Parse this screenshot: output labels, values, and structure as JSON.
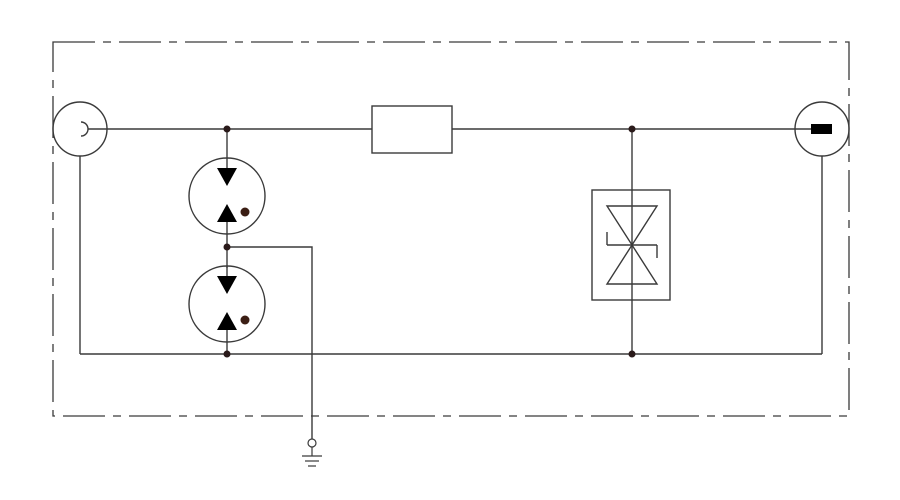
{
  "diagram": {
    "type": "surge-protective-device-circuit-schematic",
    "components": [
      {
        "id": "input-terminal",
        "symbol": "coaxial-connector-open"
      },
      {
        "id": "series-element",
        "symbol": "rectangle-impedance"
      },
      {
        "id": "gas-discharge-tube-upper",
        "symbol": "gas-discharge-tube"
      },
      {
        "id": "gas-discharge-tube-lower",
        "symbol": "gas-discharge-tube"
      },
      {
        "id": "suppressor-diode",
        "symbol": "bidirectional-tvs-diode"
      },
      {
        "id": "output-terminal",
        "symbol": "coaxial-connector-filled"
      },
      {
        "id": "earth-terminal",
        "symbol": "ground"
      }
    ],
    "colors": {
      "line": "#3a3a3a",
      "fill": "#000000",
      "indicator_dot": "#3b1e14",
      "background": "#ffffff"
    }
  }
}
